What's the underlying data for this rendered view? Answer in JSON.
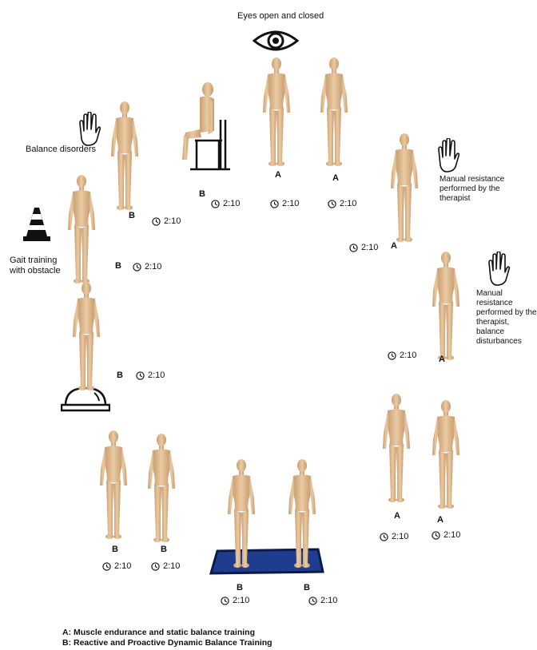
{
  "header": {
    "title": "Eyes open and closed"
  },
  "notes": {
    "balance_disorders": "Balance disorders",
    "gait_training": "Gait training with obstacle",
    "manual_resistance": "Manual resistance performed by the therapist",
    "manual_resistance_balance": "Manual resistance performed by the therapist, balance disturbances"
  },
  "exercises": [
    {
      "type": "B",
      "duration": "2:10"
    },
    {
      "type": "B",
      "duration": "2:10"
    },
    {
      "type": "A",
      "duration": "2:10"
    },
    {
      "type": "A",
      "duration": "2:10"
    },
    {
      "type": "A",
      "duration": "2:10"
    },
    {
      "type": "A",
      "duration": "2:10"
    },
    {
      "type": "A",
      "duration": "2:10"
    },
    {
      "type": "A",
      "duration": "2:10"
    },
    {
      "type": "B",
      "duration": "2:10"
    },
    {
      "type": "B",
      "duration": "2:10"
    },
    {
      "type": "B",
      "duration": "2:10"
    },
    {
      "type": "B",
      "duration": "2:10"
    },
    {
      "type": "B",
      "duration": "2:10"
    },
    {
      "type": "B",
      "duration": "2:10"
    }
  ],
  "legend": {
    "a": "A: Muscle endurance and static balance training",
    "b": "B: Reactive and Proactive Dynamic Balance Training"
  },
  "icons": [
    "eye-icon",
    "hand-icon",
    "traffic-cone-icon",
    "balance-dome-icon",
    "clock-icon",
    "chair-icon",
    "balance-mat"
  ],
  "colors": {
    "figure": "#e2bf97",
    "mat": "#1f3d8f"
  }
}
